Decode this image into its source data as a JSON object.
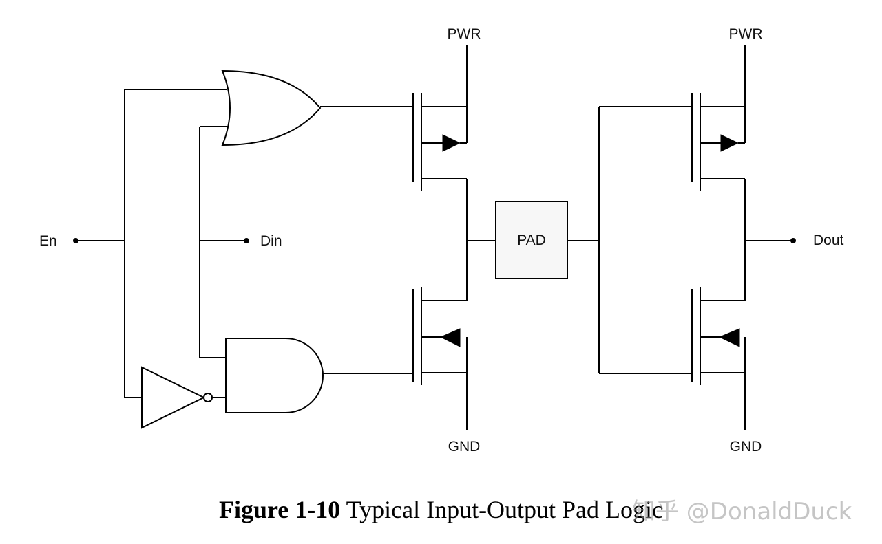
{
  "labels": {
    "en": "En",
    "din": "Din",
    "dout": "Dout",
    "pad": "PAD",
    "pwr_left": "PWR",
    "pwr_right": "PWR",
    "gnd_left": "GND",
    "gnd_right": "GND"
  },
  "caption": {
    "figure_number": "Figure 1-10",
    "title": "Typical Input-Output Pad Logic"
  },
  "watermark": "知乎 @DonaldDuck"
}
